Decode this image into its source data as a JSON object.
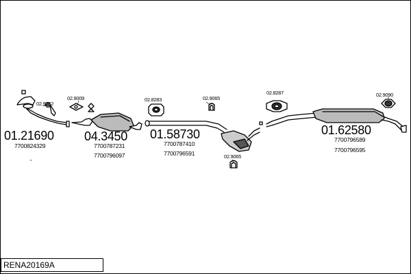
{
  "diagram": {
    "title": "RENA20169A",
    "parts": [
      {
        "number": "01.21690",
        "oem": [
          "7700824329"
        ]
      },
      {
        "number": "04.3450",
        "oem": [
          "7700787231",
          "7700796097"
        ]
      },
      {
        "number": "01.58730",
        "oem": [
          "7700787410",
          "7700796591"
        ]
      },
      {
        "number": "01.62580",
        "oem": [
          "7700796589",
          "7700796595"
        ]
      }
    ],
    "fittings": [
      "02.9262",
      "02.9009",
      "02.8283",
      "02.9065",
      "02.9065",
      "02.8287",
      "02.9090"
    ]
  },
  "colors": {
    "line": "#000000",
    "fill_light": "#ffffff",
    "fill_dark": "#2b2b2b",
    "background": "#ffffff"
  }
}
